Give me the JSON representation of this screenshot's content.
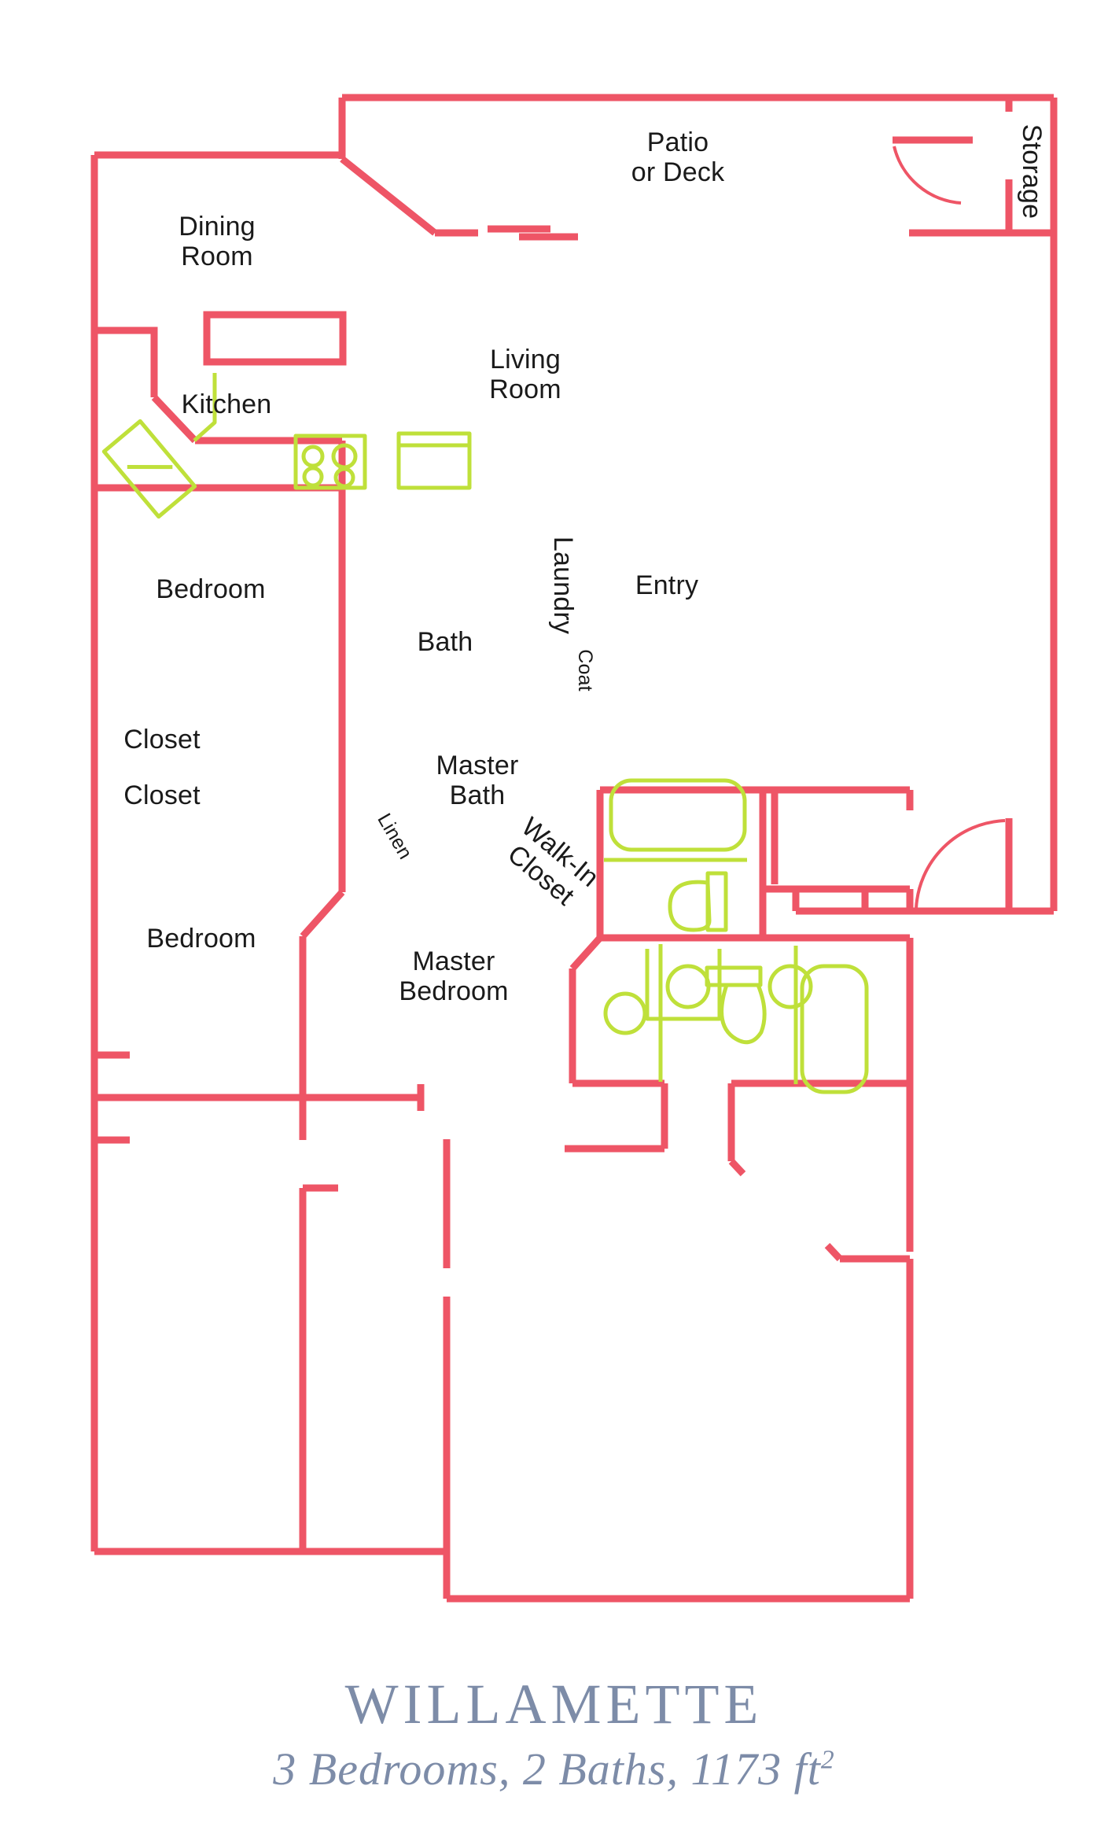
{
  "plan": {
    "title": "WILLAMETTE",
    "subtitle_prefix": "3 Bedrooms, 2 Baths, 1173 ft",
    "subtitle_exponent": "2",
    "wall_color": "#ee5566",
    "fixture_color": "#bfe03a",
    "label_color": "#1a1a1a",
    "title_color": "#7d8ca8",
    "background_color": "#ffffff"
  },
  "rooms": [
    {
      "id": "patio",
      "label": "Patio\nor Deck",
      "orientation": "horizontal"
    },
    {
      "id": "storage",
      "label": "Storage",
      "orientation": "vertical"
    },
    {
      "id": "dining",
      "label": "Dining\nRoom",
      "orientation": "horizontal"
    },
    {
      "id": "living",
      "label": "Living\nRoom",
      "orientation": "horizontal"
    },
    {
      "id": "kitchen",
      "label": "Kitchen",
      "orientation": "horizontal"
    },
    {
      "id": "bedroom-upper",
      "label": "Bedroom",
      "orientation": "horizontal"
    },
    {
      "id": "closet-upper",
      "label": "Closet",
      "orientation": "horizontal"
    },
    {
      "id": "closet-lower",
      "label": "Closet",
      "orientation": "horizontal"
    },
    {
      "id": "bedroom-lower",
      "label": "Bedroom",
      "orientation": "horizontal"
    },
    {
      "id": "bath",
      "label": "Bath",
      "orientation": "horizontal"
    },
    {
      "id": "laundry",
      "label": "Laundry",
      "orientation": "vertical"
    },
    {
      "id": "coat",
      "label": "Coat",
      "orientation": "vertical"
    },
    {
      "id": "entry",
      "label": "Entry",
      "orientation": "horizontal"
    },
    {
      "id": "master-bath",
      "label": "Master\nBath",
      "orientation": "horizontal"
    },
    {
      "id": "linen",
      "label": "Linen",
      "orientation": "diagonal"
    },
    {
      "id": "walk-in-closet",
      "label": "Walk-In\nCloset",
      "orientation": "diagonal"
    },
    {
      "id": "master-bedroom",
      "label": "Master\nBedroom",
      "orientation": "horizontal"
    }
  ],
  "fixtures": [
    {
      "id": "kitchen-sink",
      "room": "kitchen"
    },
    {
      "id": "kitchen-range",
      "room": "kitchen"
    },
    {
      "id": "kitchen-fridge",
      "room": "kitchen"
    },
    {
      "id": "kitchen-upper-cab",
      "room": "kitchen"
    },
    {
      "id": "bath-tub",
      "room": "bath"
    },
    {
      "id": "bath-toilet",
      "room": "bath"
    },
    {
      "id": "bath-sink-left",
      "room": "bath"
    },
    {
      "id": "bath-sink-right",
      "room": "bath"
    },
    {
      "id": "master-bath-sink",
      "room": "master-bath"
    },
    {
      "id": "master-bath-toilet",
      "room": "master-bath"
    },
    {
      "id": "master-bath-tub",
      "room": "master-bath"
    }
  ],
  "doors": [
    {
      "id": "storage-door",
      "type": "swing"
    },
    {
      "id": "entry-door",
      "type": "swing"
    },
    {
      "id": "patio-slider",
      "type": "sliding"
    }
  ],
  "features": [
    {
      "id": "dining-island",
      "type": "counter"
    }
  ]
}
